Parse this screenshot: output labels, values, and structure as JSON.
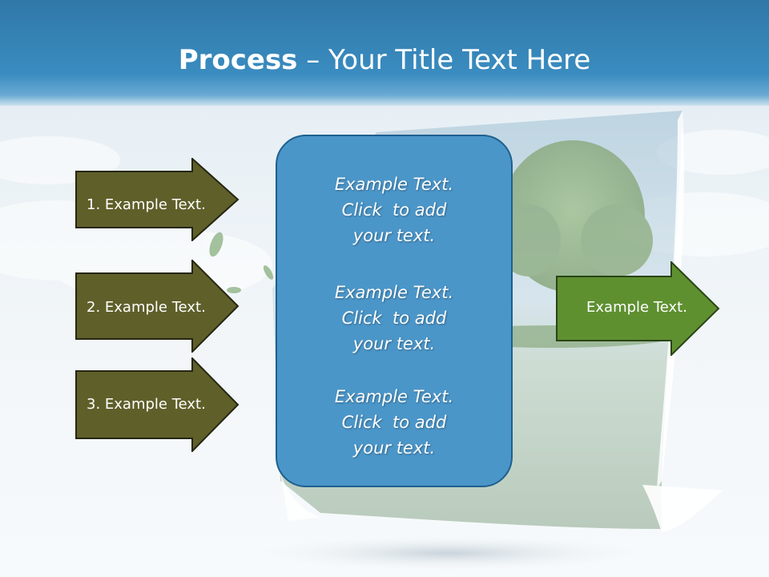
{
  "slide": {
    "title_bold": "Process",
    "title_rest": " – Your Title Text Here"
  },
  "left_steps": [
    {
      "label": "1. Example Text."
    },
    {
      "label": "2. Example Text."
    },
    {
      "label": "3. Example Text."
    }
  ],
  "center_box": {
    "paragraphs": [
      {
        "lines": [
          "Example Text.",
          "Click  to add",
          "your text."
        ]
      },
      {
        "lines": [
          "Example Text.",
          "Click  to add",
          "your text."
        ]
      },
      {
        "lines": [
          "Example Text.",
          "Click  to add",
          "your text."
        ]
      }
    ]
  },
  "right_arrow": {
    "label": "Example Text."
  },
  "colors": {
    "header_blue": "#3a8cc0",
    "step_olive": "#5f5f2a",
    "center_blue": "#4b96c9",
    "result_green": "#5e9030"
  }
}
